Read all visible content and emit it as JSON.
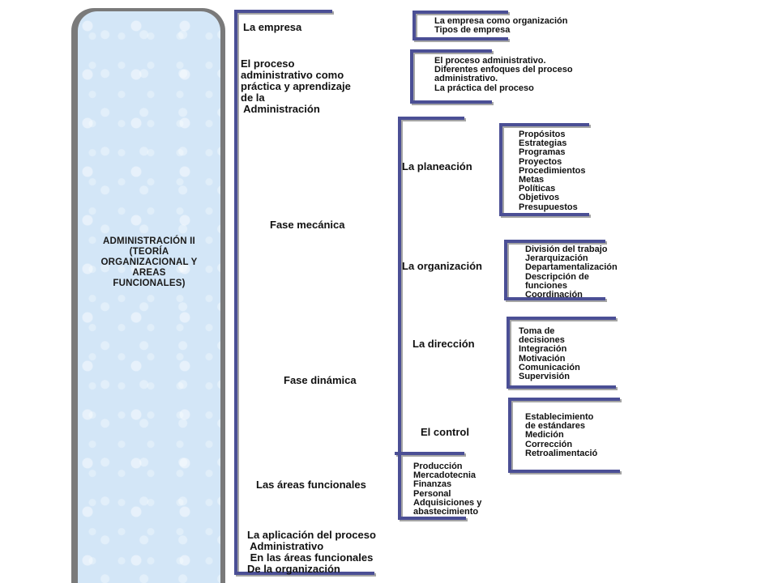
{
  "root": {
    "lines": [
      "ADMINISTRACIÓN II",
      "(TEORÍA",
      "ORGANIZACIONAL Y",
      "AREAS",
      "FUNCIONALES)"
    ]
  },
  "main_topics": {
    "empresa": [
      "La empresa"
    ],
    "proceso": [
      "El proceso",
      "administrativo como",
      "práctica y aprendizaje",
      "de la",
      " Administración"
    ],
    "fase_mecanica": [
      "Fase mecánica"
    ],
    "fase_dinamica": [
      "Fase dinámica"
    ],
    "areas": [
      "Las áreas funcionales"
    ],
    "aplicacion": [
      "La aplicación del proceso",
      " Administrativo",
      " En las áreas funcionales",
      "De la organización"
    ]
  },
  "subtopics": {
    "planeacion": [
      "La planeación"
    ],
    "organizacion": [
      "La organización"
    ],
    "direccion": [
      "La dirección"
    ],
    "control": [
      "El control"
    ]
  },
  "details": {
    "empresa": [
      "La empresa como organización",
      "Tipos de empresa"
    ],
    "proceso": [
      "El proceso administrativo.",
      "Diferentes enfoques del proceso",
      "administrativo.",
      "La práctica del proceso"
    ],
    "planeacion": [
      "Propósitos",
      "Estrategias",
      "Programas",
      "Proyectos",
      "Procedimientos",
      "Metas",
      "Políticas",
      "Objetivos",
      "Presupuestos"
    ],
    "organizacion": [
      "División del trabajo",
      "Jerarquización",
      "Departamentalización",
      "Descripción de",
      "funciones",
      "Coordinación"
    ],
    "direccion": [
      "Toma de",
      "decisiones",
      "Integración",
      "Motivación",
      "Comunicación",
      "Supervisión"
    ],
    "control": [
      "Establecimiento",
      "de estándares",
      "Medición",
      "Corrección",
      "Retroalimentació"
    ],
    "areas": [
      "Producción",
      "Mercadotecnia",
      "Finanzas",
      "Personal",
      "Adquisiciones y",
      "abastecimiento"
    ]
  },
  "colors": {
    "bracket": "#4b4f95",
    "bracket_shadow": "#a5a5a5",
    "panel": "#d3e6f7"
  }
}
